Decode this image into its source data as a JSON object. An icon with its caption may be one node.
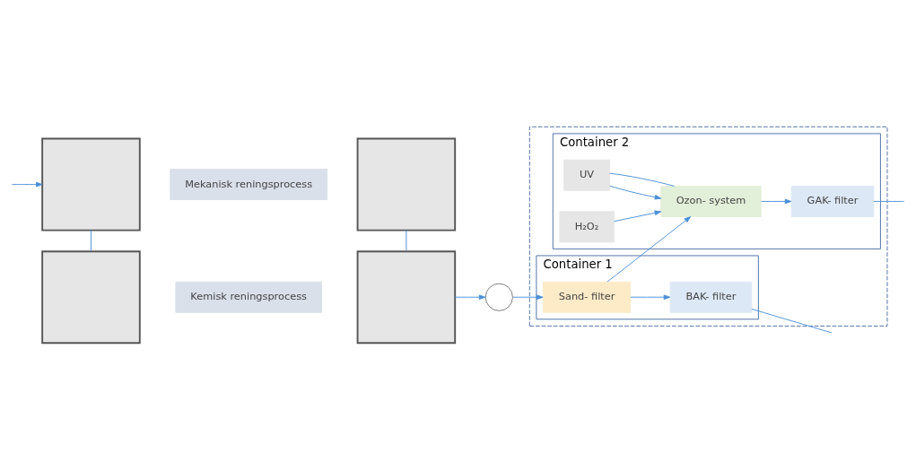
{
  "diagram": {
    "nodes": [
      {
        "text": [],
        "shape": "box"
      },
      {
        "text": [],
        "shape": "box"
      },
      {
        "text": [
          "Mekanisk reningsprocess"
        ]
      },
      {
        "text": [],
        "shape": "box"
      },
      {
        "text": [],
        "shape": "box"
      },
      {
        "text": [
          "Kemisk reningsprocess"
        ]
      },
      {
        "text": [],
        "shape": "circle"
      },
      {
        "text": [],
        "shape": "box"
      },
      {
        "text": [
          "Container 1"
        ],
        "in": 7
      },
      {
        "text": [
          "Sand- filter"
        ],
        "in": 8
      },
      {
        "text": [
          "BAK- filter"
        ],
        "in": 8
      },
      {
        "text": [
          "Container 2"
        ],
        "in": 7
      },
      {
        "text": [
          "UV"
        ],
        "in": 11
      },
      {
        "text": [
          "H₂O₂"
        ],
        "in": 11
      },
      {
        "text": [
          "Ozon- system"
        ],
        "in": 11
      },
      {
        "text": [
          "GAK- filter"
        ],
        "in": 11
      }
    ],
    "edges": [
      {
        "from": null,
        "to": 0,
        "arrow": "to"
      },
      {
        "from": 0,
        "to": 3,
        "arrow": "none"
      },
      {
        "from": 1,
        "to": 4,
        "arrow": "none"
      },
      {
        "from": 4,
        "to": 6,
        "arrow": "to"
      },
      {
        "from": 6,
        "to": 9,
        "arrow": "to"
      },
      {
        "from": 9,
        "to": 10,
        "arrow": "to"
      },
      {
        "from": 9,
        "to": 14,
        "arrow": "to"
      },
      {
        "from": 10,
        "to": null,
        "arrow": "none"
      },
      {
        "from": 12,
        "to": 14,
        "arrow": "to"
      },
      {
        "from": 12,
        "to": 14,
        "arrow": "none"
      },
      {
        "from": 13,
        "to": 14,
        "arrow": "to"
      },
      {
        "from": 14,
        "to": 15,
        "arrow": "to"
      },
      {
        "from": 15,
        "to": null,
        "arrow": "none"
      }
    ]
  }
}
